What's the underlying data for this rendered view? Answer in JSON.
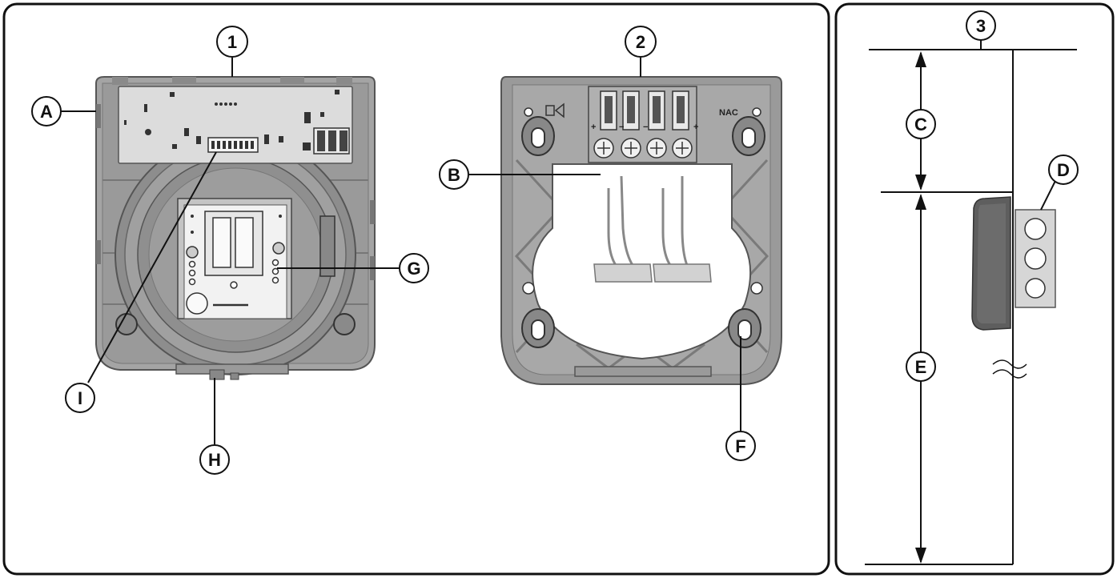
{
  "panels": [
    {
      "id": "left",
      "callouts": [
        "1",
        "2"
      ]
    },
    {
      "id": "right",
      "callouts": [
        "3"
      ]
    }
  ],
  "callouts": {
    "view1": "1",
    "view2": "2",
    "view3": "3",
    "A": "A",
    "B": "B",
    "C": "C",
    "D": "D",
    "E": "E",
    "F": "F",
    "G": "G",
    "H": "H",
    "I": "I"
  },
  "plate_labels": {
    "nac": "NAC",
    "plus_left": "+",
    "minus_1": "−",
    "minus_2": "−",
    "plus_right": "+"
  },
  "colors": {
    "frame": "#111111",
    "housing": "#9a9a9a",
    "housing_dark": "#6e6e6e",
    "pcb": "#d9d9d9",
    "wire": "#bfbfbf",
    "device": "#5a5a5a"
  }
}
